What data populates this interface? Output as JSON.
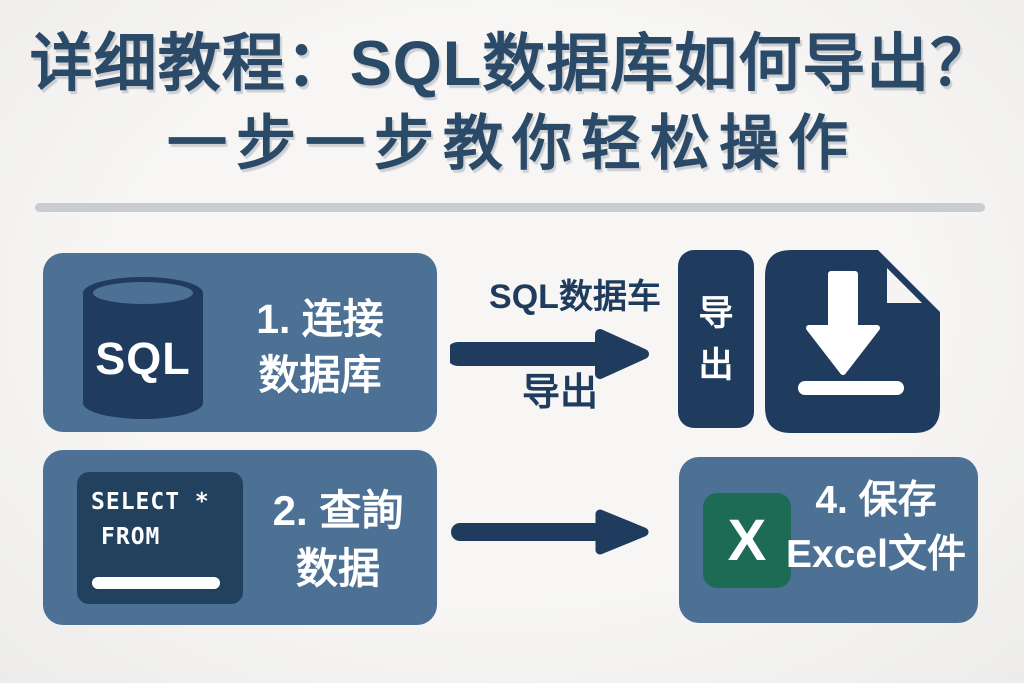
{
  "title": {
    "line1": "详细教程：SQL数据库如何导出？",
    "line2": "一步一步教你轻松操作"
  },
  "colors": {
    "background": "#f5f4f2",
    "panel_blue": "#4d7195",
    "navy": "#1f3c5e",
    "code_card_navy": "#21415f",
    "title_text": "#2a4a68",
    "excel_green": "#1e6b55",
    "divider_gray": "#c9cdd2",
    "text_white": "#ffffff"
  },
  "steps": {
    "step1": {
      "icon": "sql-database-cylinder-icon",
      "icon_label": "SQL",
      "line1": "1. 连接",
      "line2": "数据库"
    },
    "step2": {
      "code_line1": "SELECT *",
      "code_line2": "FROM",
      "line1": "2. 查詢",
      "line2": "数据"
    },
    "export_badge": {
      "chars": [
        "导",
        "出"
      ]
    },
    "step4": {
      "excel_letter": "X",
      "line1": "4. 保存",
      "line2": "Excel文件"
    }
  },
  "arrows": {
    "top": {
      "label_above": "SQL数据车",
      "label_below": "导出"
    }
  }
}
